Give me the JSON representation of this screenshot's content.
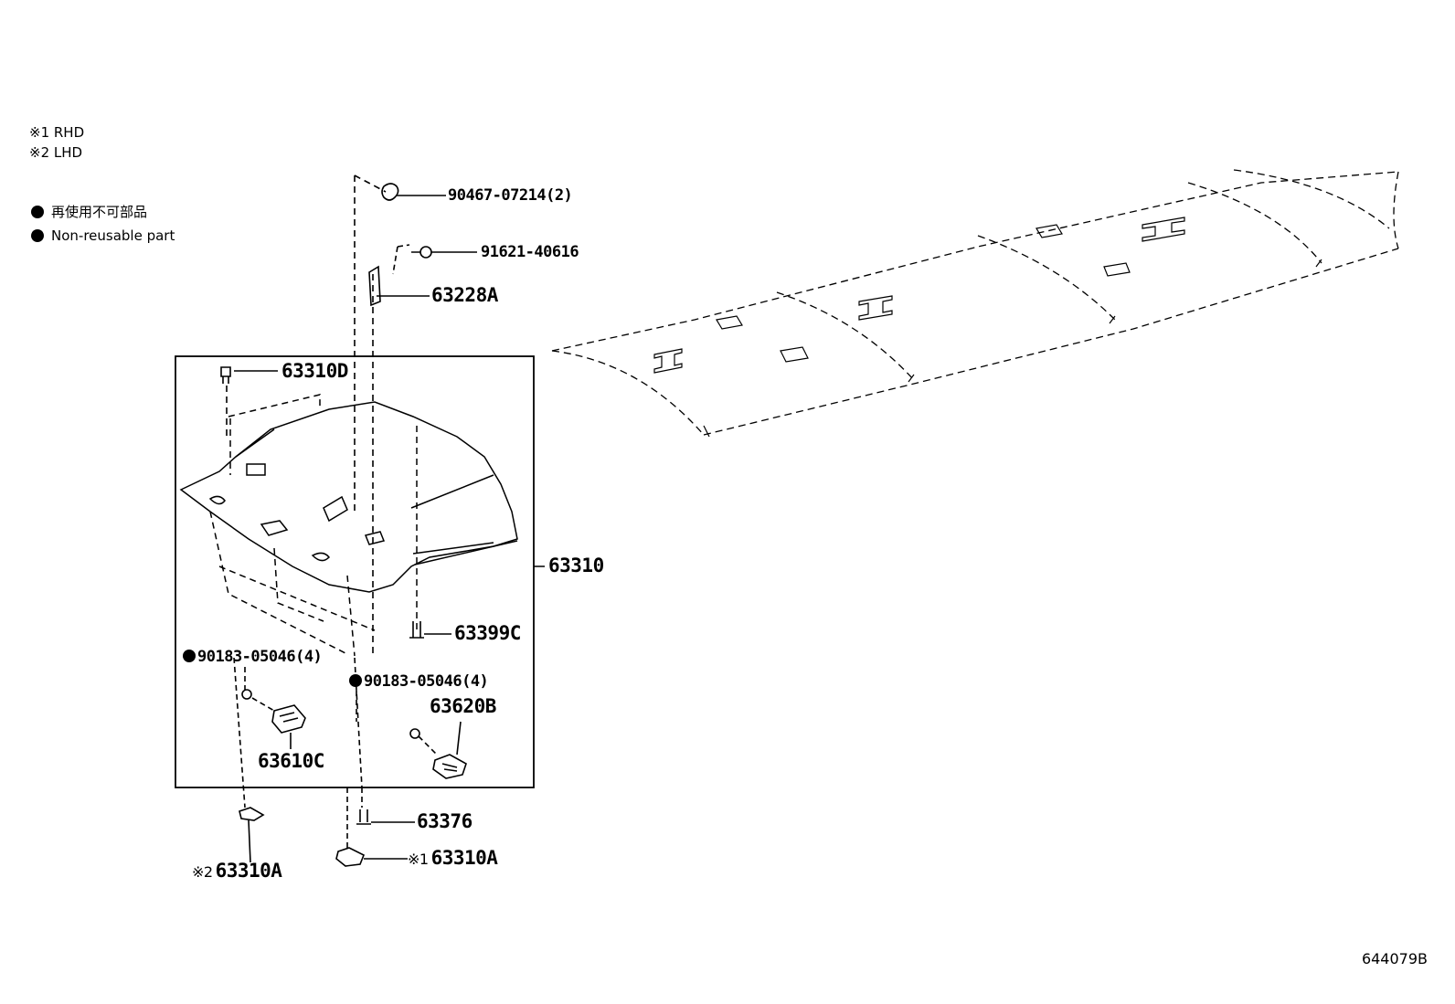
{
  "legend": {
    "rhd": "※1 RHD",
    "lhd": "※2 LHD",
    "non_reusable_jp": "再使用不可部品",
    "non_reusable_en": "Non-reusable part"
  },
  "parts": {
    "p90467": "90467-07214(2)",
    "p91621": "91621-40616",
    "p63228A": "63228A",
    "p63310D": "63310D",
    "p63310": "63310",
    "p63399C": "63399C",
    "p90183_left": "90183-05046(4)",
    "p90183_right": "90183-05046(4)",
    "p63620B": "63620B",
    "p63610C": "63610C",
    "p63376": "63376",
    "p63310A_rhd_mark": "※1",
    "p63310A_rhd": "63310A",
    "p63310A_lhd_mark": "※2",
    "p63310A_lhd": "63310A"
  },
  "diagram_id": "644079B"
}
